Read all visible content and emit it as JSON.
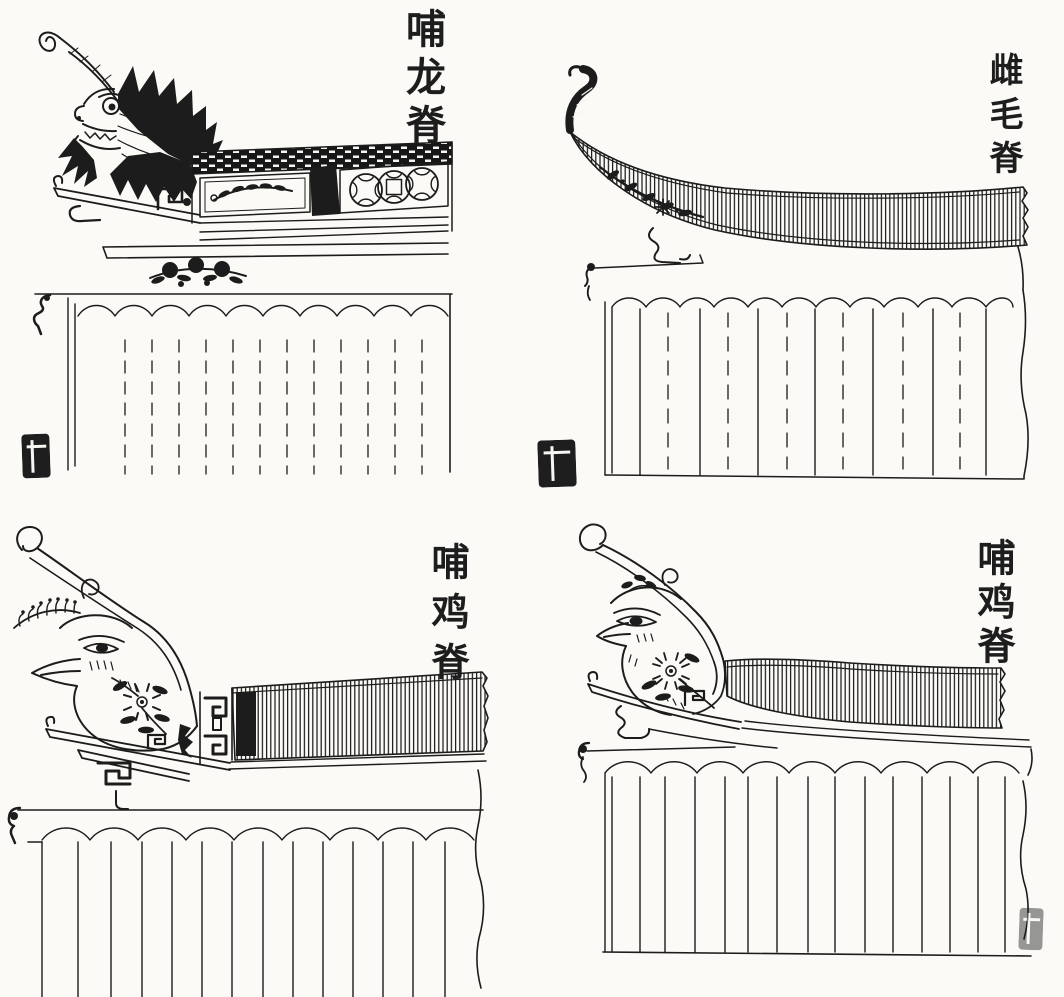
{
  "page": {
    "paper_color": "#fbfaf7",
    "ink_color": "#1c1c1c"
  },
  "figures": {
    "top_left": {
      "label": "哺龙脊",
      "illustration": "dragon-head-roof-ridge"
    },
    "top_right": {
      "label": "雌毛脊",
      "illustration": "upswept-whisker-roof-ridge"
    },
    "bottom_left": {
      "label": "哺鸡脊",
      "illustration": "rooster-head-roof-ridge"
    },
    "bottom_right": {
      "label": "哺鸡脊",
      "illustration": "rooster-head-roof-ridge"
    }
  },
  "seals": {
    "top_left_figure": "ink-seal",
    "top_right_figure": "ink-seal",
    "bottom_right_figure": "ink-seal"
  }
}
